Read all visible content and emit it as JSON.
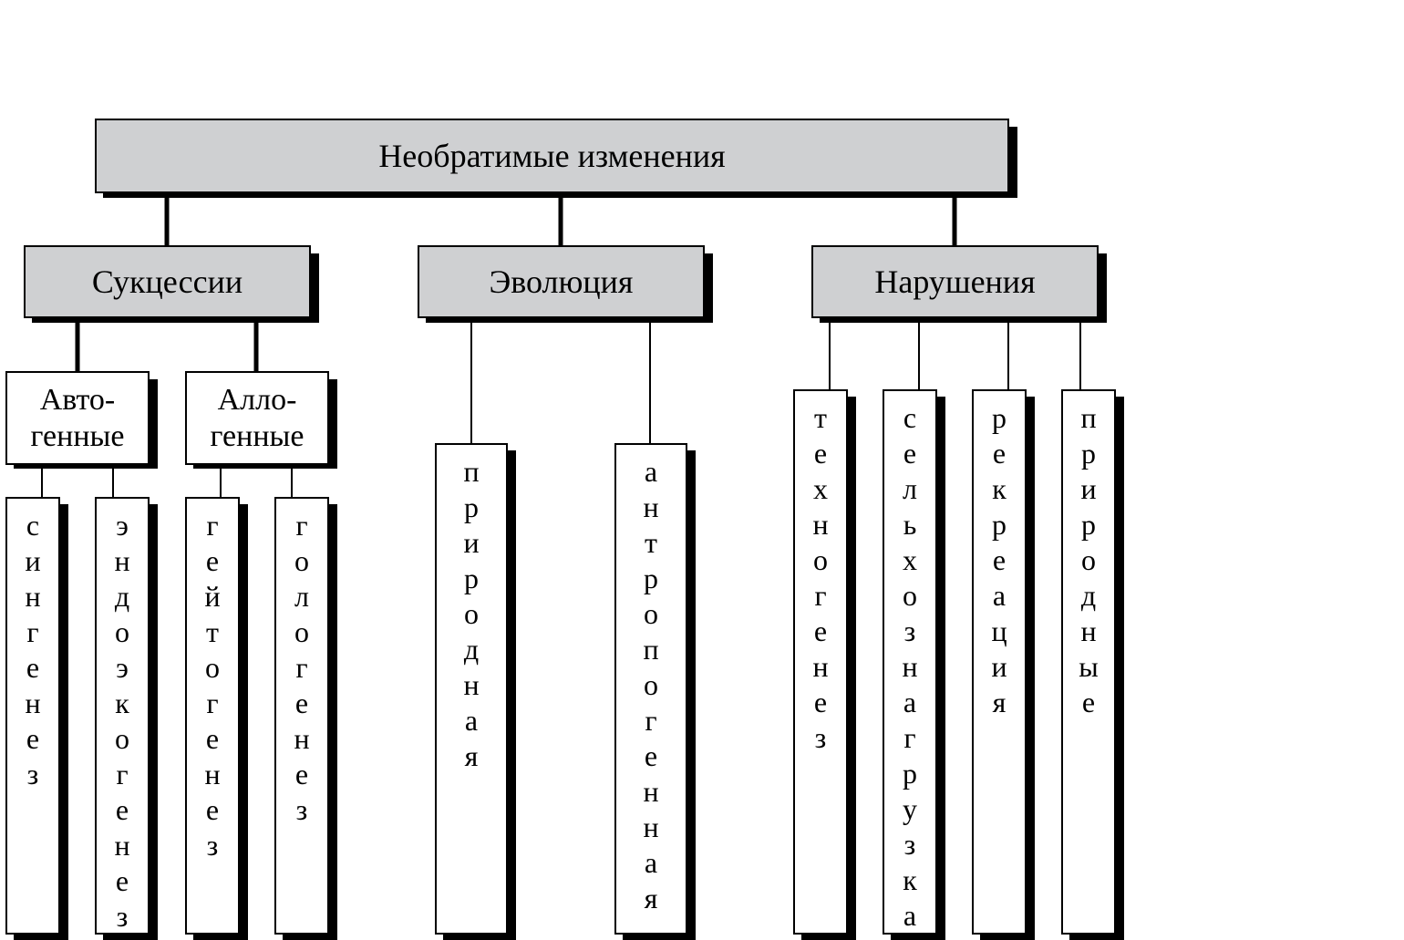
{
  "root": {
    "label": "Необратимые изменения"
  },
  "categories": [
    {
      "label": "Сукцессии",
      "subgroups": [
        {
          "label_line1": "Авто-",
          "label_line2": "генные",
          "leaves": [
            "сингенез",
            "эндоэкогенез"
          ]
        },
        {
          "label_line1": "Алло-",
          "label_line2": "генные",
          "leaves": [
            "гейтогенез",
            "гологенез"
          ]
        }
      ]
    },
    {
      "label": "Эволюция",
      "leaves": [
        "природная",
        "антропогенная"
      ]
    },
    {
      "label": "Нарушения",
      "leaves": [
        "техногенез",
        "сельхознагрузка",
        "рекреация",
        "природные"
      ]
    }
  ],
  "colors": {
    "box_fill": "#cfd0d2",
    "leaf_fill": "#ffffff",
    "line": "#000000",
    "shadow": "#000000"
  }
}
